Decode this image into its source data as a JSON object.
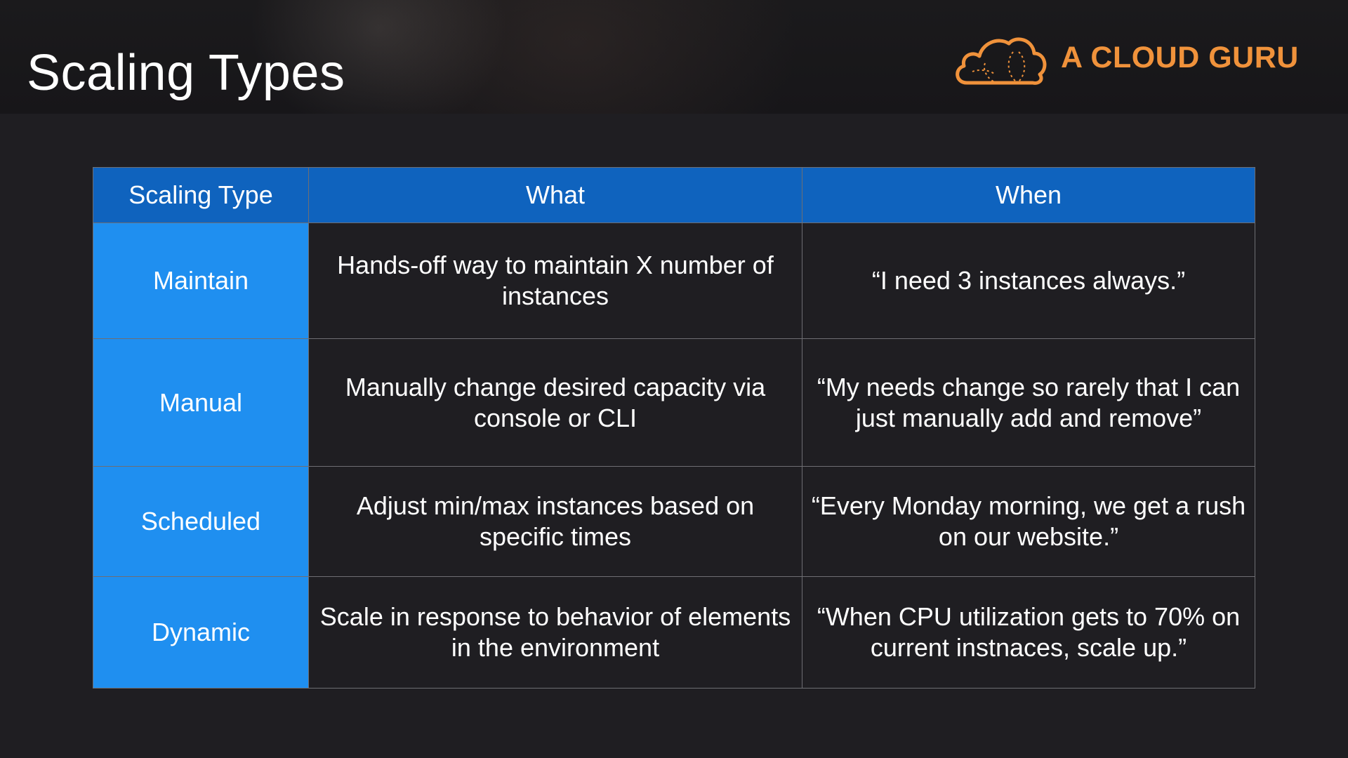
{
  "slide": {
    "title": "Scaling Types",
    "logo": {
      "text": "A CLOUD GURU",
      "icon": "cloud-icon",
      "color": "#f0923b"
    }
  },
  "table": {
    "headers": [
      "Scaling Type",
      "What",
      "When"
    ],
    "rows": [
      {
        "type": "Maintain",
        "what": "Hands-off way to maintain X number of instances",
        "when": "“I need 3 instances always.”"
      },
      {
        "type": "Manual",
        "what": "Manually change desired capacity via console or CLI",
        "when": "“My needs change so rarely that I can just manually add and remove”"
      },
      {
        "type": "Scheduled",
        "what": "Adjust min/max instances based on specific times",
        "when": "“Every Monday morning, we get a rush on our website.”"
      },
      {
        "type": "Dynamic",
        "what": "Scale in response to behavior of elements in the environment",
        "when": "“When CPU utilization gets to 70% on current instnaces, scale up.”"
      }
    ],
    "colors": {
      "header_bg": "#0f63be",
      "type_cell_bg": "#1f8ff0",
      "body_bg": "#1f1e22"
    }
  }
}
